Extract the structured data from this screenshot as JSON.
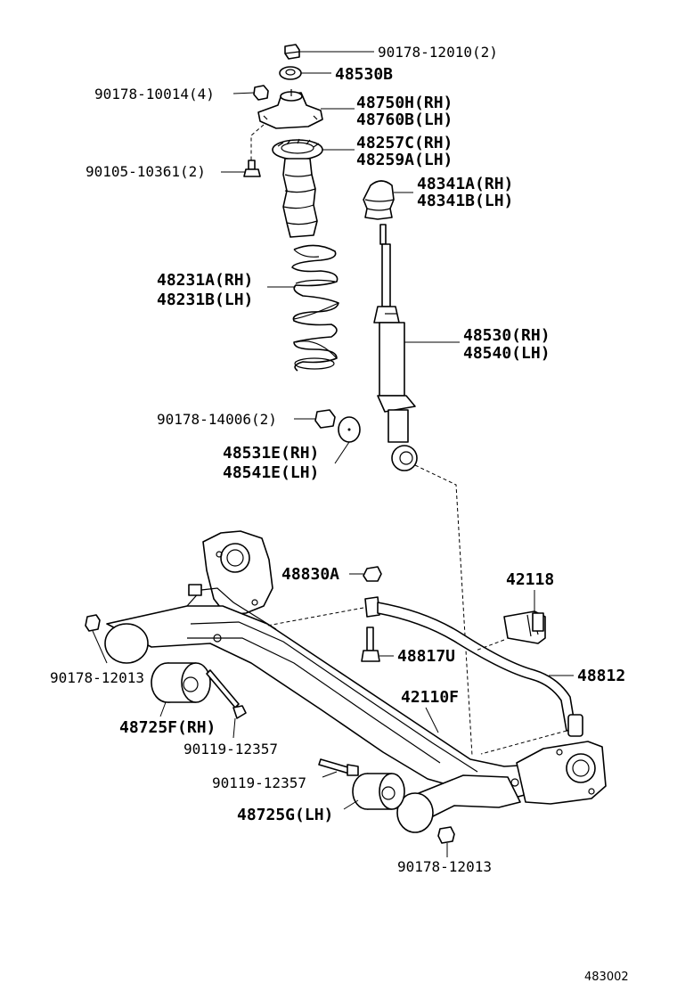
{
  "labels": {
    "nut_top": "90178-12010(2)",
    "washer_top": "48530B",
    "nut_mount": "90178-10014(4)",
    "mount_rh": "48750H(RH)",
    "mount_lh": "48760B(LH)",
    "seat_rh": "48257C(RH)",
    "seat_lh": "48259A(LH)",
    "bolt_mount": "90105-10361(2)",
    "bumper_rh": "48341A(RH)",
    "bumper_lh": "48341B(LH)",
    "spring_rh": "48231A(RH)",
    "spring_lh": "48231B(LH)",
    "absorber_rh": "48530(RH)",
    "absorber_lh": "48540(LH)",
    "nut_absorber": "90178-14006(2)",
    "bush_rh": "48531E(RH)",
    "bush_lh": "48541E(LH)",
    "nut_stab": "48830A",
    "bracket": "42118",
    "nut_left": "90178-12013",
    "bolt_stab": "48817U",
    "stab_bar": "48812",
    "beam": "42110F",
    "bushing_rh": "48725F(RH)",
    "bolt_rh": "90119-12357",
    "bolt_lh": "90119-12357",
    "bushing_lh": "48725G(LH)",
    "nut_bottom": "90178-12013",
    "figure_id": "483002"
  }
}
